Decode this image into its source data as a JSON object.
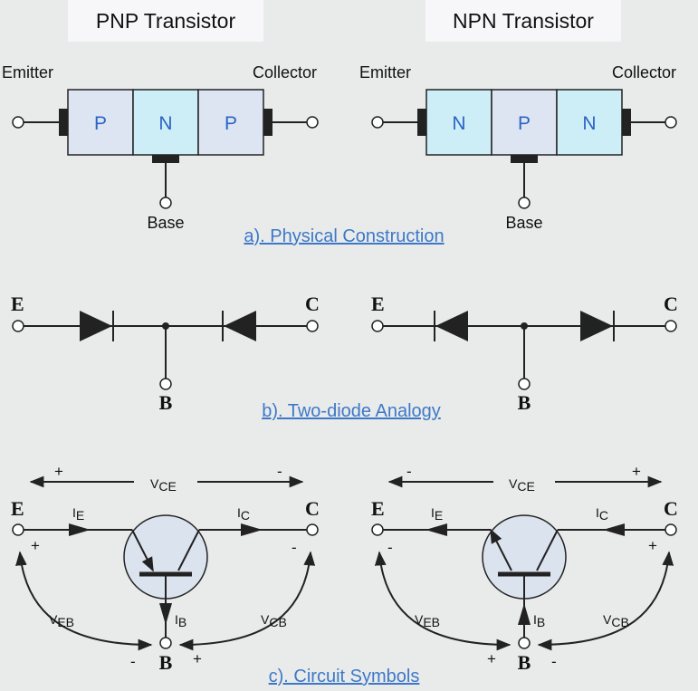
{
  "sections": {
    "physical_construction": {
      "caption": "a). Physical Construction",
      "pnp": {
        "title": "PNP Transistor",
        "emitter_label": "Emitter",
        "collector_label": "Collector",
        "base_label": "Base",
        "layers": [
          "P",
          "N",
          "P"
        ],
        "layer_colors": [
          "#dde5f2",
          "#cdeef7",
          "#dde5f2"
        ]
      },
      "npn": {
        "title": "NPN Transistor",
        "emitter_label": "Emitter",
        "collector_label": "Collector",
        "base_label": "Base",
        "layers": [
          "N",
          "P",
          "N"
        ],
        "layer_colors": [
          "#cdeef7",
          "#dde5f2",
          "#cdeef7"
        ]
      }
    },
    "two_diode_analogy": {
      "caption": "b). Two-diode Analogy",
      "pnp": {
        "e": "E",
        "c": "C",
        "b": "B"
      },
      "npn": {
        "e": "E",
        "c": "C",
        "b": "B"
      }
    },
    "circuit_symbols": {
      "caption": "c). Circuit Symbols",
      "pnp": {
        "e": "E",
        "c": "C",
        "b": "B",
        "vce": "V",
        "vce_sub": "CE",
        "vce_left_sign": "+",
        "vce_right_sign": "-",
        "ie": "I",
        "ie_sub": "E",
        "ic": "I",
        "ic_sub": "C",
        "ib": "I",
        "ib_sub": "B",
        "veb": "V",
        "veb_sub": "EB",
        "vcb": "V",
        "vcb_sub": "CB",
        "e_sign": "+",
        "c_sign": "-",
        "b_left_sign": "-",
        "b_right_sign": "+"
      },
      "npn": {
        "e": "E",
        "c": "C",
        "b": "B",
        "vce": "V",
        "vce_sub": "CE",
        "vce_left_sign": "-",
        "vce_right_sign": "+",
        "ie": "I",
        "ie_sub": "E",
        "ic": "I",
        "ic_sub": "C",
        "ib": "I",
        "ib_sub": "B",
        "veb": "V",
        "veb_sub": "EB",
        "vcb": "V",
        "vcb_sub": "CB",
        "e_sign": "-",
        "c_sign": "+",
        "b_left_sign": "+",
        "b_right_sign": "-"
      }
    }
  },
  "colors": {
    "background": "#e9ebea",
    "caption_link": "#3d78c8",
    "layer_text": "#2c64c6",
    "symbol_circle": "#dbe3ef"
  }
}
